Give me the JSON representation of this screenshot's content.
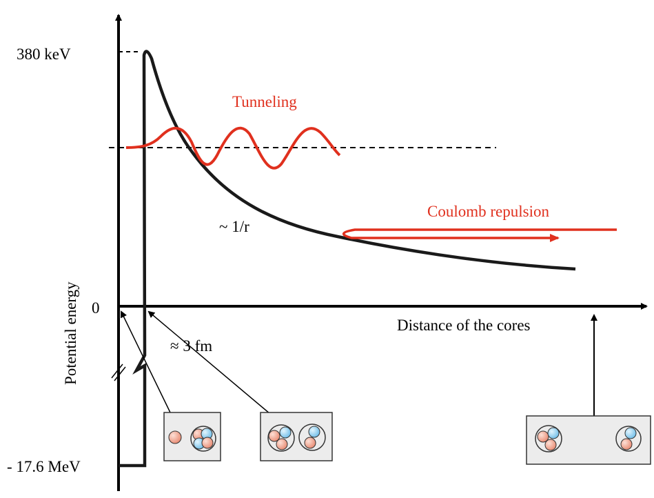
{
  "axes": {
    "y_label": "Potential energy",
    "x_label": "Distance of the cores",
    "tick_top": "380 keV",
    "tick_zero": "0",
    "tick_bottom": "- 17.6 MeV"
  },
  "annotations": {
    "tunneling": "Tunneling",
    "coulomb": "Coulomb repulsion",
    "inverse_r": "~ 1/r",
    "range": "≈ 3 fm"
  },
  "colors": {
    "curve": "#1a1a1a",
    "accent": "#e0301e",
    "box_fill": "#ececec",
    "proton": "#f0a08c",
    "neutron": "#8ccdf0"
  }
}
